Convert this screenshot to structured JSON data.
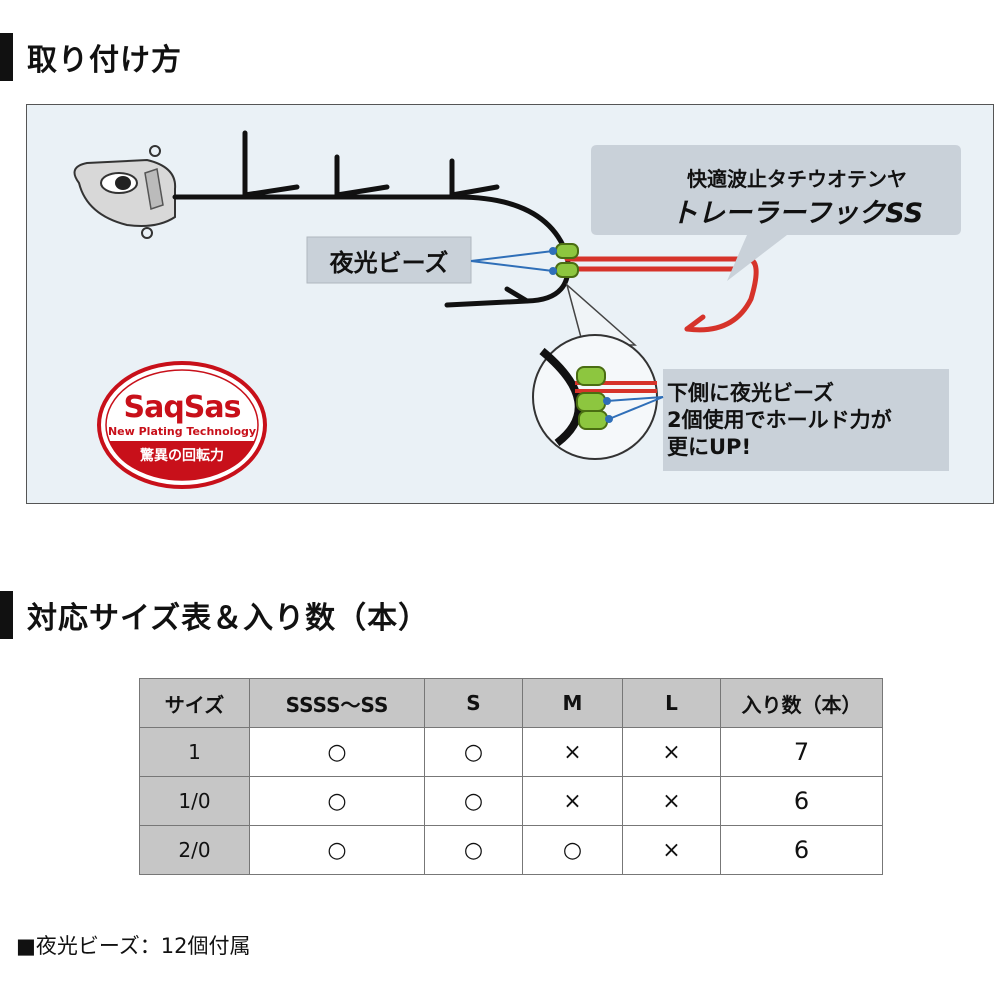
{
  "section1": {
    "title": "取り付け方"
  },
  "illustration": {
    "callout_top_line1": "快適波止タチウオテンヤ",
    "callout_top_line2": "トレーラーフックSS",
    "bead_label": "夜光ビーズ",
    "callout_bottom_lines": [
      "下側に夜光ビーズ",
      "2個使用でホールド力が",
      "更にUP!"
    ],
    "logo": {
      "main": "SaqSas",
      "sub": "New Plating Technology",
      "tagline": "驚異の回転力"
    },
    "colors": {
      "hook": "#d6332a",
      "bead": "#8dc63f",
      "line": "#2f6fb8",
      "panel": "#c9d1d9",
      "logo": "#c8101a"
    }
  },
  "section2": {
    "title": "対応サイズ表＆入り数（本）"
  },
  "table": {
    "headers": [
      "サイズ",
      "SSSS～SS",
      "S",
      "M",
      "L",
      "入り数（本）"
    ],
    "rows": [
      [
        "1",
        "○",
        "○",
        "×",
        "×",
        "7"
      ],
      [
        "1/0",
        "○",
        "○",
        "×",
        "×",
        "6"
      ],
      [
        "2/0",
        "○",
        "○",
        "○",
        "×",
        "6"
      ]
    ]
  },
  "footnote": "■夜光ビーズ：12個付属"
}
